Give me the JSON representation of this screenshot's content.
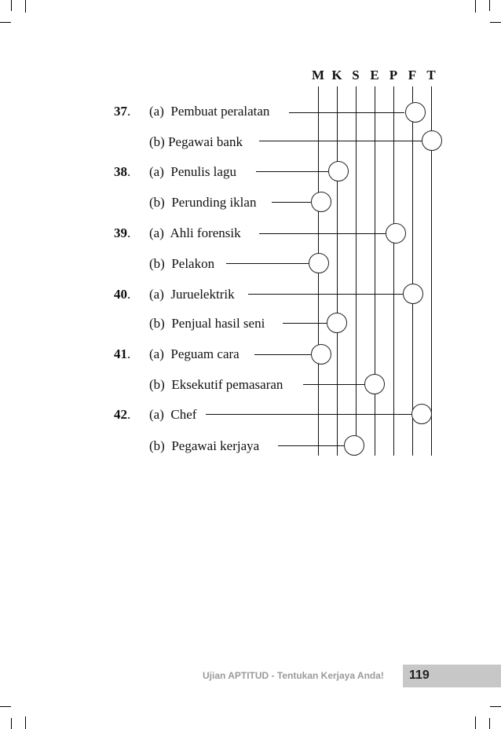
{
  "header": {
    "letters": [
      "M",
      "K",
      "S",
      "E",
      "P",
      "F",
      "T"
    ]
  },
  "questions": [
    {
      "number": "37",
      "dot": ".",
      "options": [
        {
          "label": "(a)",
          "text": "Pembuat peralatan",
          "choice": "F"
        },
        {
          "label": "(b)",
          "text": "Pegawai bank",
          "choice": "T"
        }
      ]
    },
    {
      "number": "38",
      "dot": ".",
      "options": [
        {
          "label": "(a)",
          "text": "Penulis lagu",
          "choice": "K"
        },
        {
          "label": "(b)",
          "text": "Perunding iklan",
          "choice": "M"
        }
      ]
    },
    {
      "number": "39",
      "dot": ".",
      "options": [
        {
          "label": "(a)",
          "text": "Ahli forensik",
          "choice": "P"
        },
        {
          "label": "(b)",
          "text": "Pelakon",
          "choice": "M"
        }
      ]
    },
    {
      "number": "40",
      "dot": ".",
      "options": [
        {
          "label": "(a)",
          "text": "Juruelektrik",
          "choice": "F"
        },
        {
          "label": "(b)",
          "text": "Penjual hasil seni",
          "choice": "K"
        }
      ]
    },
    {
      "number": "41",
      "dot": ".",
      "options": [
        {
          "label": "(a)",
          "text": "Peguam cara",
          "choice": "M"
        },
        {
          "label": "(b)",
          "text": "Eksekutif pemasaran",
          "choice": "E"
        }
      ]
    },
    {
      "number": "42",
      "dot": ".",
      "options": [
        {
          "label": "(a)",
          "text": "Chef",
          "choice": "T"
        },
        {
          "label": "(b)",
          "text": "Pegawai kerjaya",
          "choice": "S"
        }
      ]
    }
  ],
  "footer": {
    "title": "Ujian APTITUD - Tentukan Kerjaya Anda!",
    "page": "119"
  }
}
